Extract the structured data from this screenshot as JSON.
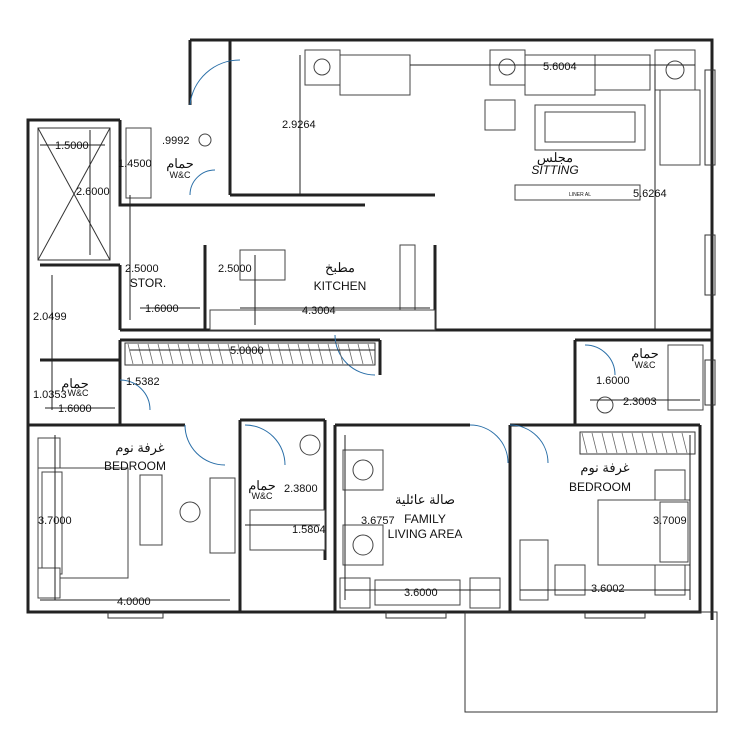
{
  "rooms": {
    "sitting_ar": "مجلس",
    "sitting_en": "SITTING",
    "kitchen_ar": "مطبخ",
    "kitchen_en": "KITCHEN",
    "storage_en": "STOR.",
    "wc_ar": "حمام",
    "wc_en": "W&C",
    "bedroom_ar": "غرفة نوم",
    "bedroom_en": "BEDROOM",
    "family_ar": "صالة عائلية",
    "family_en_1": "FAMILY",
    "family_en_2": "LIVING AREA",
    "tv_label": "LINER AL"
  },
  "dimensions": {
    "sitting_w": "5.6004",
    "sitting_h": "5.6264",
    "top_left_h": "2.9264",
    "void_w": "1.5000",
    "void_h": "2.6000",
    "wc_top_w": ".9992",
    "wc_top_h": "1.4500",
    "stor_h": "2.5000",
    "stor_w": "1.6000",
    "kitchen_h": "2.5000",
    "kitchen_w": "4.3004",
    "left_room_h": "2.0499",
    "corridor_w": "5.0000",
    "corridor_h": "1.5382",
    "wc_left_h": "1.0353",
    "wc_left_w": "1.6000",
    "wc_right_w": "1.6000",
    "wc_right_h": "2.3003",
    "bed_left_h": "3.7000",
    "bed_left_w": "4.0000",
    "wc_mid_h": "2.3800",
    "wc_mid_w": "1.5804",
    "family_h": "3.6757",
    "family_w": "3.6000",
    "bed_right_h": "3.7009",
    "bed_right_w": "3.6002"
  }
}
